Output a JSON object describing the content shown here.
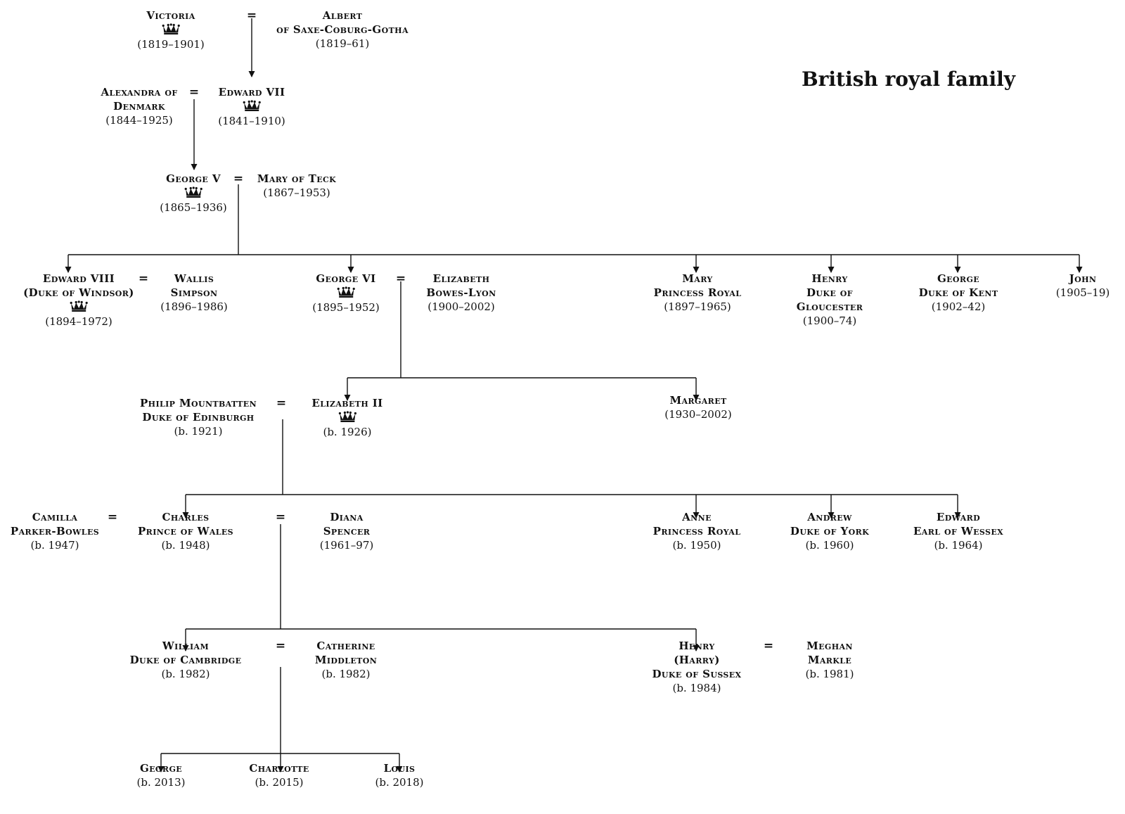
{
  "title": "British royal family",
  "colors": {
    "ink": "#111111",
    "background": "#ffffff"
  },
  "people": {
    "victoria": {
      "lines": [
        "Victoria"
      ],
      "crown": true,
      "dates": "(1819–1901)"
    },
    "albert": {
      "lines": [
        "Albert",
        "of Saxe-Coburg-Gotha"
      ],
      "crown": false,
      "dates": "(1819–61)"
    },
    "alexandra": {
      "lines": [
        "Alexandra of",
        "Denmark"
      ],
      "crown": false,
      "dates": "(1844–1925)"
    },
    "edward7": {
      "lines": [
        "Edward VII"
      ],
      "crown": true,
      "dates": "(1841–1910)"
    },
    "george5": {
      "lines": [
        "George V"
      ],
      "crown": true,
      "dates": "(1865–1936)"
    },
    "mary_teck": {
      "lines": [
        "Mary of Teck"
      ],
      "crown": false,
      "dates": "(1867–1953)"
    },
    "edward8": {
      "lines": [
        "Edward VIII",
        "(Duke of Windsor)"
      ],
      "crown": true,
      "dates": "(1894–1972)"
    },
    "wallis": {
      "lines": [
        "Wallis",
        "Simpson"
      ],
      "crown": false,
      "dates": "(1896–1986)"
    },
    "george6": {
      "lines": [
        "George VI"
      ],
      "crown": true,
      "dates": "(1895–1952)"
    },
    "eliz_bl": {
      "lines": [
        "Elizabeth",
        "Bowes-Lyon"
      ],
      "crown": false,
      "dates": "(1900–2002)"
    },
    "mary_pr": {
      "lines": [
        "Mary",
        "Princess Royal"
      ],
      "crown": false,
      "dates": "(1897–1965)"
    },
    "henry_glo": {
      "lines": [
        "Henry",
        "Duke of",
        "Gloucester"
      ],
      "crown": false,
      "dates": "(1900–74)"
    },
    "george_kent": {
      "lines": [
        "George",
        "Duke of Kent"
      ],
      "crown": false,
      "dates": "(1902–42)"
    },
    "john": {
      "lines": [
        "John"
      ],
      "crown": false,
      "dates": "(1905–19)"
    },
    "philip": {
      "lines": [
        "Philip Mountbatten",
        "Duke of Edinburgh"
      ],
      "crown": false,
      "dates": "(b. 1921)"
    },
    "elizabeth2": {
      "lines": [
        "Elizabeth II"
      ],
      "crown": true,
      "dates": "(b. 1926)"
    },
    "margaret": {
      "lines": [
        "Margaret"
      ],
      "crown": false,
      "dates": "(1930–2002)"
    },
    "camilla": {
      "lines": [
        "Camilla",
        "Parker-Bowles"
      ],
      "crown": false,
      "dates": "(b. 1947)"
    },
    "charles": {
      "lines": [
        "Charles",
        "Prince of Wales"
      ],
      "crown": false,
      "dates": "(b. 1948)"
    },
    "diana": {
      "lines": [
        "Diana",
        "Spencer"
      ],
      "crown": false,
      "dates": "(1961–97)"
    },
    "anne": {
      "lines": [
        "Anne",
        "Princess Royal"
      ],
      "crown": false,
      "dates": "(b. 1950)"
    },
    "andrew": {
      "lines": [
        "Andrew",
        "Duke of York"
      ],
      "crown": false,
      "dates": "(b. 1960)"
    },
    "edward_w": {
      "lines": [
        "Edward",
        "Earl of Wessex"
      ],
      "crown": false,
      "dates": "(b. 1964)"
    },
    "william": {
      "lines": [
        "William",
        "Duke of Cambridge"
      ],
      "crown": false,
      "dates": "(b. 1982)"
    },
    "catherine": {
      "lines": [
        "Catherine",
        "Middleton"
      ],
      "crown": false,
      "dates": "(b. 1982)"
    },
    "harry": {
      "lines": [
        "Henry",
        "(Harry)",
        "Duke of Sussex"
      ],
      "crown": false,
      "dates": "(b. 1984)"
    },
    "meghan": {
      "lines": [
        "Meghan",
        "Markle"
      ],
      "crown": false,
      "dates": "(b. 1981)"
    },
    "george": {
      "lines": [
        "George"
      ],
      "crown": false,
      "dates": "(b. 2013)"
    },
    "charlotte": {
      "lines": [
        "Charlotte"
      ],
      "crown": false,
      "dates": "(b. 2015)"
    },
    "louis": {
      "lines": [
        "Louis"
      ],
      "crown": false,
      "dates": "(b. 2018)"
    }
  },
  "marriage_symbol": "=",
  "marriages": [
    [
      "victoria",
      "albert"
    ],
    [
      "alexandra",
      "edward7"
    ],
    [
      "george5",
      "mary_teck"
    ],
    [
      "edward8",
      "wallis"
    ],
    [
      "george6",
      "eliz_bl"
    ],
    [
      "philip",
      "elizabeth2"
    ],
    [
      "camilla",
      "charles"
    ],
    [
      "charles",
      "diana"
    ],
    [
      "william",
      "catherine"
    ],
    [
      "harry",
      "meghan"
    ]
  ],
  "descent": [
    {
      "from": [
        "victoria",
        "albert"
      ],
      "children": [
        "edward7"
      ]
    },
    {
      "from": [
        "alexandra",
        "edward7"
      ],
      "children": [
        "george5"
      ]
    },
    {
      "from": [
        "george5",
        "mary_teck"
      ],
      "children": [
        "edward8",
        "george6",
        "mary_pr",
        "henry_glo",
        "george_kent",
        "john"
      ]
    },
    {
      "from": [
        "george6",
        "eliz_bl"
      ],
      "children": [
        "elizabeth2",
        "margaret"
      ]
    },
    {
      "from": [
        "philip",
        "elizabeth2"
      ],
      "children": [
        "charles",
        "anne",
        "andrew",
        "edward_w"
      ]
    },
    {
      "from": [
        "charles",
        "diana"
      ],
      "children": [
        "william",
        "harry"
      ]
    },
    {
      "from": [
        "william",
        "catherine"
      ],
      "children": [
        "george",
        "charlotte",
        "louis"
      ]
    }
  ]
}
